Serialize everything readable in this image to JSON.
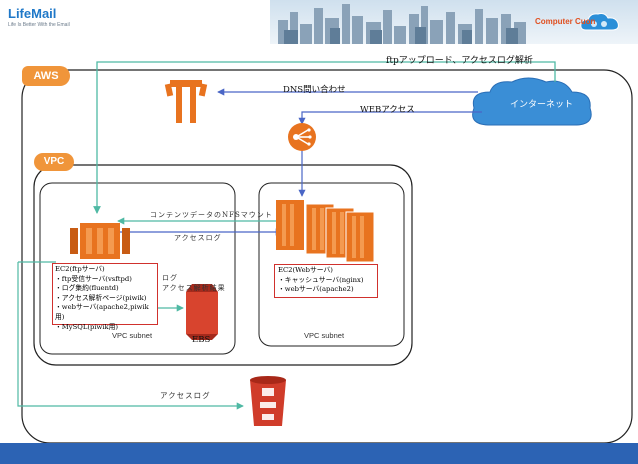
{
  "header": {
    "logo_text": "LifeMail",
    "logo_sub": "Life Is Better With the Email",
    "brand_text": "Computer Cuon"
  },
  "badges": {
    "aws": "AWS",
    "vpc": "VPC"
  },
  "internet": {
    "label": "インターネット"
  },
  "flows": {
    "ftp_upload": "ftpアップロード、アクセスログ解析",
    "dns_query": "DNS問い合わせ",
    "web_access": "WEBアクセス",
    "nfs_mount": "コンテンツデータのNFSマウント",
    "access_log_internal": "アクセスログ",
    "log_results": [
      "ログ",
      "アクセス解析結果"
    ],
    "access_log_s3": "アクセスログ"
  },
  "ftp_server": {
    "lines": [
      "EC2(ftpサーバ)",
      "・ftp受信サーバ(vsftpd)",
      "・ログ集約(fluentd)",
      "・アクセス解析ページ(piwik)",
      "・webサーバ(apache2,piwik用)",
      "・MySQL(piwik用)"
    ]
  },
  "web_server": {
    "lines": [
      "EC2(Webサーバ)",
      "・キャッシュサーバ(nginx)",
      "・webサーバ(apache2)"
    ]
  },
  "ebs": {
    "label": "EBS"
  },
  "subnets": {
    "left": "VPC subnet",
    "right": "VPC subnet"
  },
  "colors": {
    "aws_badge": "#f0953a",
    "vpc_badge": "#f0953a",
    "ec2_orange": "#e8731f",
    "ebs_red": "#d8442e",
    "s3_red": "#d03c2a",
    "internet_blue": "#3a8ed6",
    "arrow_green": "#4fb9a4",
    "arrow_blue": "#4a66c6",
    "highlight_red": "#d0312d",
    "bottom_bar": "#2c63b4"
  },
  "icons": [
    "route53-icon",
    "elb-icon",
    "ec2-instance-icon",
    "ec2-cluster-icon",
    "ebs-volume-icon",
    "s3-bucket-icon",
    "cloud-icon"
  ]
}
